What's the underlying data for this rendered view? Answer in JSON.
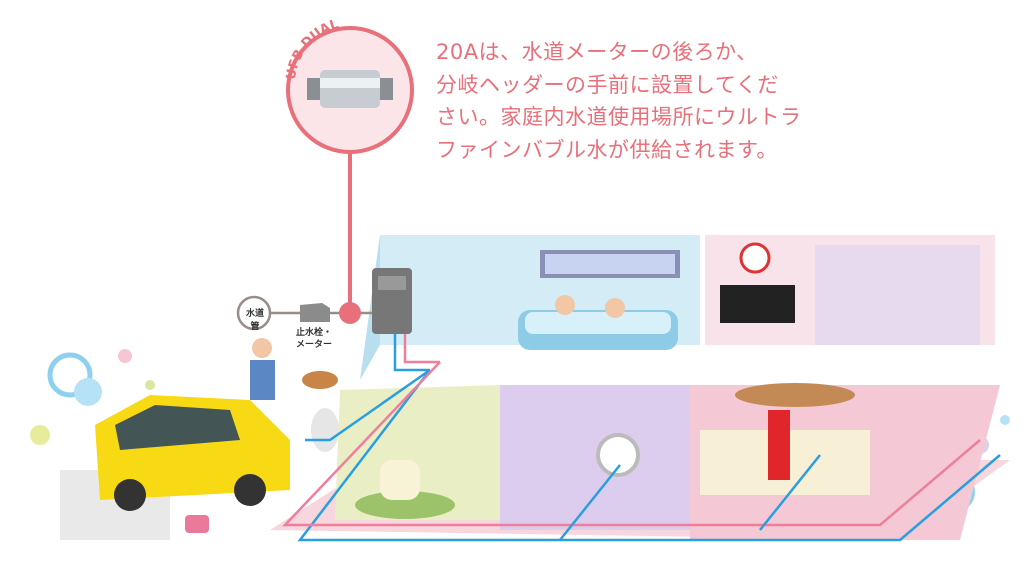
{
  "product": {
    "brand_label": "UFB DUAL",
    "description_lines": [
      "20Aは、水道メーターの後ろか、",
      "分岐ヘッダーの手前に設置してくだ",
      "さい。家庭内水道使用場所にウルトラ",
      "ファインバブル水が供給されます。"
    ]
  },
  "diagram": {
    "water_pipe_label": "水道管",
    "meter_label_line1": "止水栓・",
    "meter_label_line2": "メーター"
  },
  "colors": {
    "accent_pink": "#e8707a",
    "pipe_blue": "#2a9fe0",
    "pipe_pink": "#ee7f9a"
  }
}
